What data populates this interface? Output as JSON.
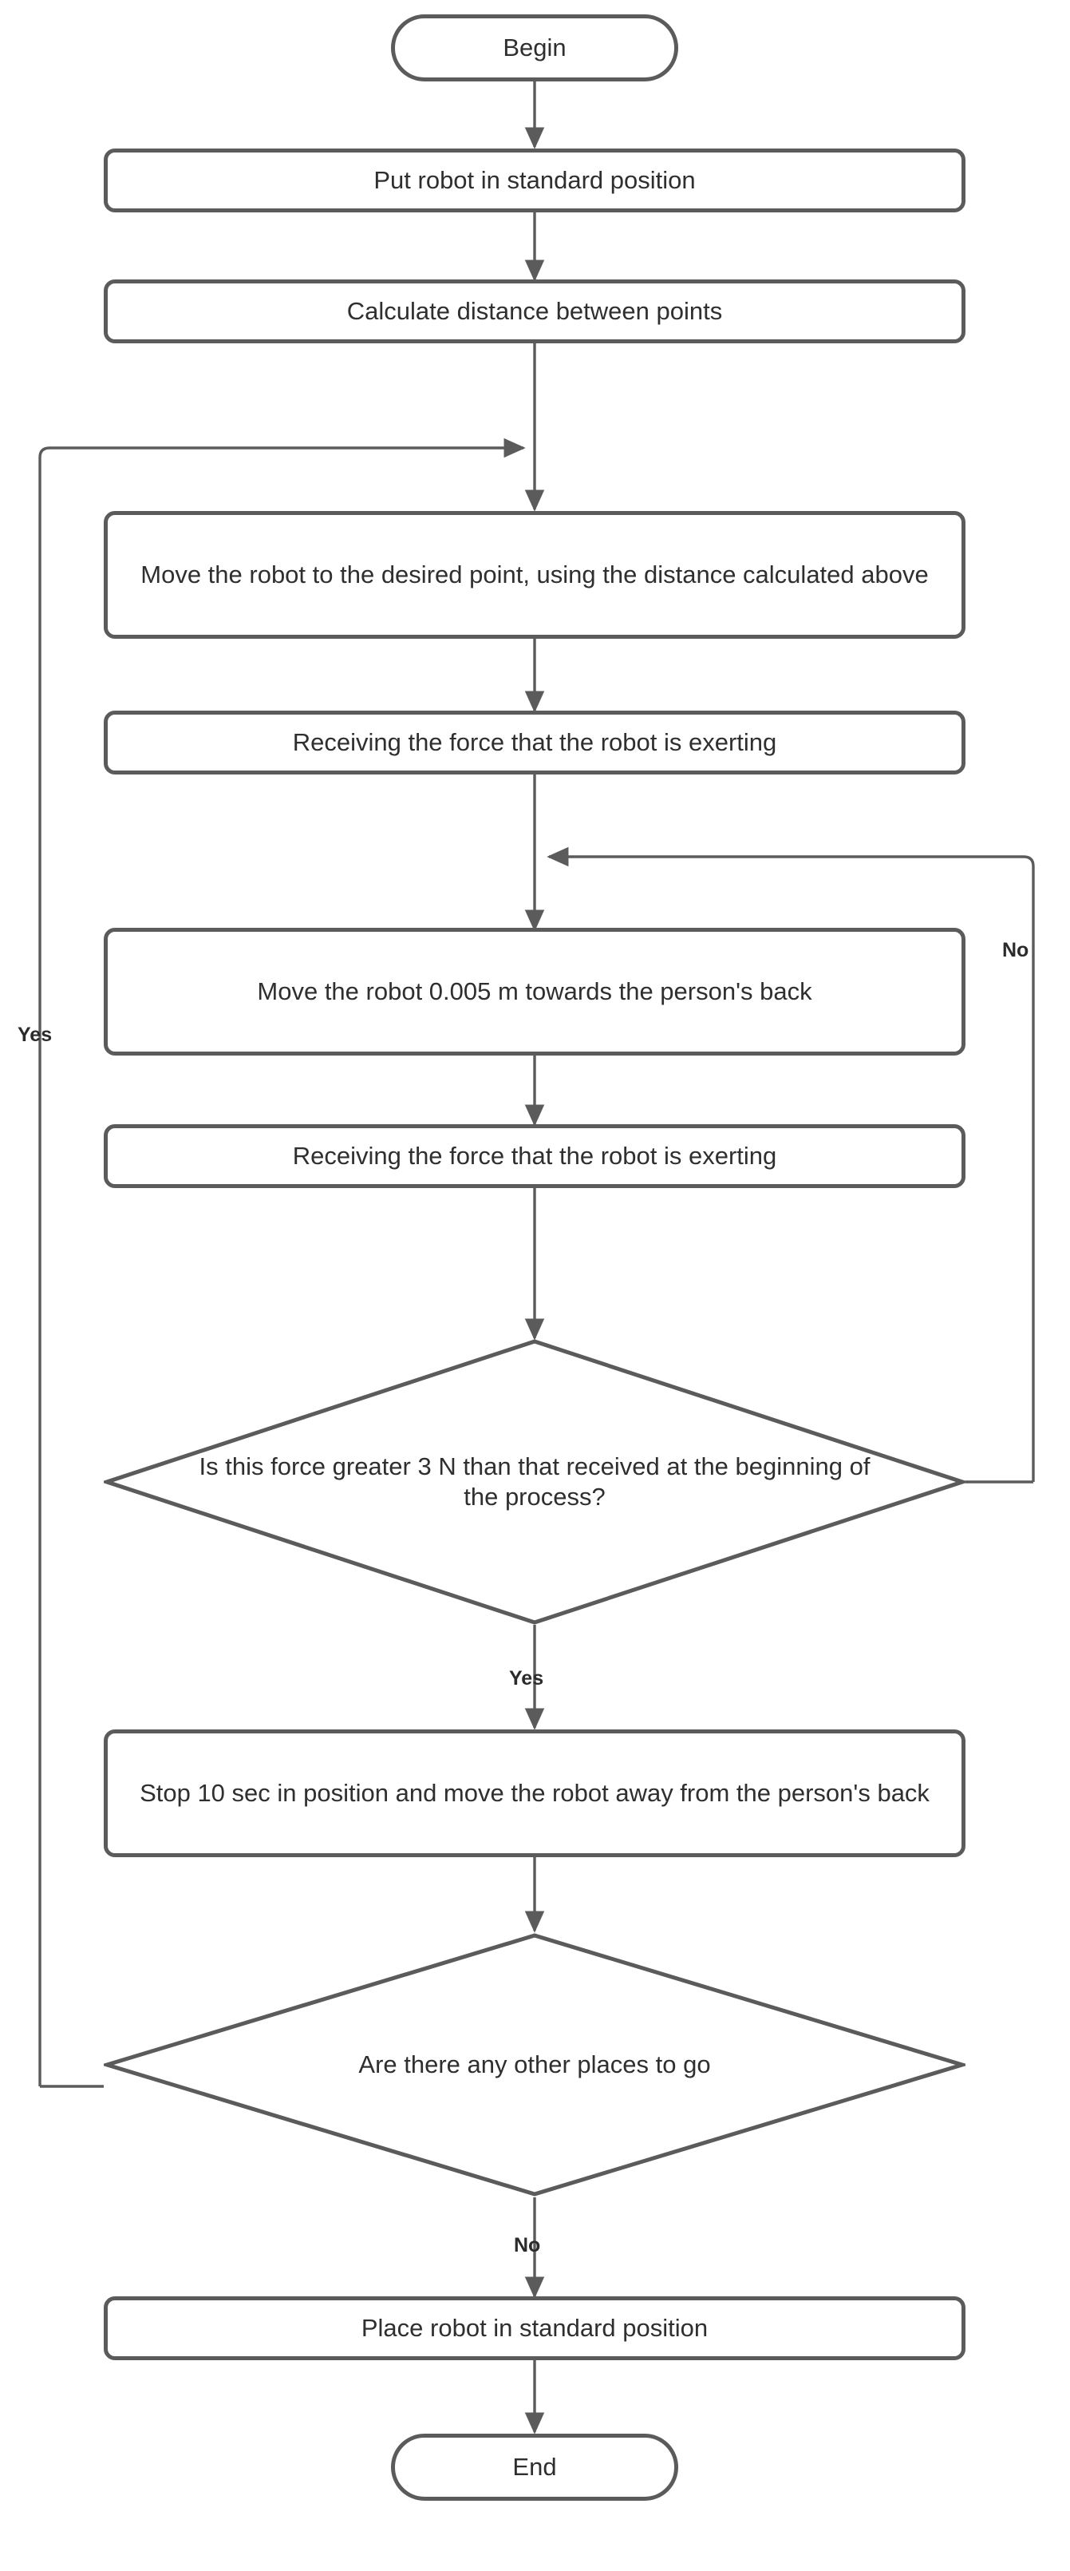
{
  "diagram": {
    "title": "Robot back-massage control flowchart",
    "colors": {
      "stroke": "#5b5b5b",
      "text": "#2f2f2f",
      "background": "#ffffff",
      "label": "#2b2b2b"
    },
    "nodes": [
      {
        "id": "begin",
        "shape": "terminator",
        "text": "Begin"
      },
      {
        "id": "put_standard",
        "shape": "process",
        "text": "Put robot in standard position"
      },
      {
        "id": "calc_dist",
        "shape": "process",
        "text": "Calculate distance between points"
      },
      {
        "id": "move_point",
        "shape": "process",
        "text": "Move the robot to the desired point, using the distance calculated above"
      },
      {
        "id": "recv_force_1",
        "shape": "process",
        "text": "Receiving the force that the robot is exerting"
      },
      {
        "id": "move_small",
        "shape": "process",
        "text": "Move the robot 0.005 m towards the person's back"
      },
      {
        "id": "recv_force_2",
        "shape": "process",
        "text": "Receiving the force that the robot is exerting"
      },
      {
        "id": "force_check",
        "shape": "decision",
        "text": "Is this force greater 3 N than that received at the beginning of the process?"
      },
      {
        "id": "stop_10",
        "shape": "process",
        "text": "Stop 10 sec in position and move the robot away from the person's back"
      },
      {
        "id": "more_places",
        "shape": "decision",
        "text": "Are there any other places to go"
      },
      {
        "id": "place_standard",
        "shape": "process",
        "text": "Place robot in standard position"
      },
      {
        "id": "end",
        "shape": "terminator",
        "text": "End"
      }
    ],
    "edge_labels": [
      {
        "id": "yes_loop_back",
        "text": "Yes"
      },
      {
        "id": "no_force_loop",
        "text": "No"
      },
      {
        "id": "yes_force",
        "text": "Yes"
      },
      {
        "id": "no_places",
        "text": "No"
      }
    ]
  }
}
